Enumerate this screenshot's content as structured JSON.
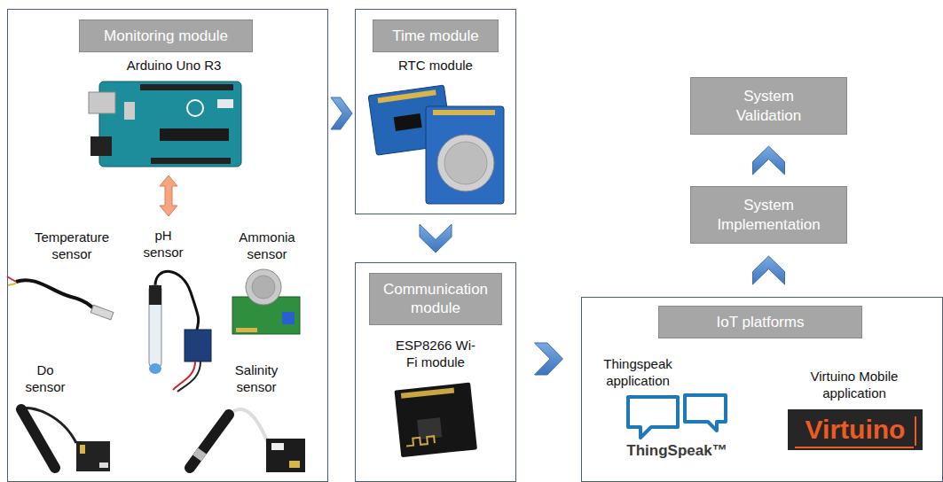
{
  "diagram": {
    "nodes": [
      {
        "text": [
          "Arduino Uno R3",
          "Temperature sensor",
          "pH sensor",
          "Ammonia sensor",
          "Do sensor",
          "Salinity sensor"
        ]
      },
      {
        "text": [
          "Monitoring module"
        ],
        "in": 0
      },
      {
        "text": [
          "RTC module"
        ]
      },
      {
        "text": [
          "Time module"
        ],
        "in": 2
      },
      {
        "text": [
          "ESP8266 Wi-Fi module"
        ]
      },
      {
        "text": [
          "Communication module"
        ],
        "in": 4
      },
      {
        "text": [
          "Thingspeak application",
          "Virtuino Mobile application"
        ]
      },
      {
        "text": [
          "IoT platforms"
        ],
        "in": 6
      },
      {
        "text": [
          "System Implementation"
        ]
      },
      {
        "text": [
          "System Validation"
        ]
      }
    ],
    "edges": [
      {
        "from": 0,
        "to": 2,
        "arrow": "to"
      },
      {
        "from": 2,
        "to": 4,
        "arrow": "to"
      },
      {
        "from": 4,
        "to": 6,
        "arrow": "to"
      },
      {
        "from": 6,
        "to": 8,
        "arrow": "to"
      },
      {
        "from": 8,
        "to": 9,
        "arrow": "to"
      }
    ],
    "labels": [
      "ThingSpeak™",
      "Virtuino"
    ]
  }
}
